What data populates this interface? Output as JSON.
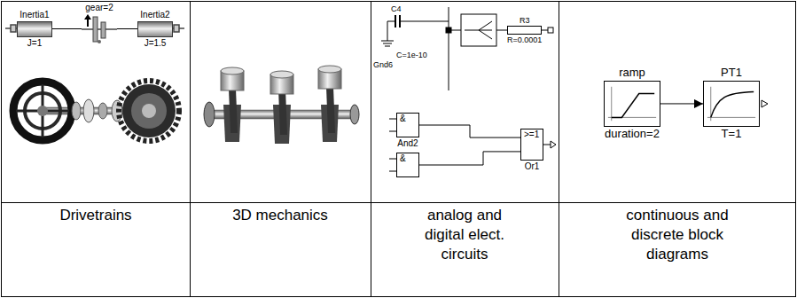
{
  "diagram": {
    "nodes": [
      {
        "text": [
          "Inertia1",
          "J=1"
        ]
      },
      {
        "text": [
          "gear=2"
        ]
      },
      {
        "text": [
          "Inertia2",
          "J=1.5"
        ]
      },
      {
        "text": [
          "R3",
          "R=0.0001"
        ]
      },
      {
        "text": [
          "&",
          "And2"
        ]
      },
      {
        "text": [
          "&"
        ]
      },
      {
        "text": [
          ">=1",
          "Or1"
        ]
      },
      {
        "text": [
          "ramp",
          "duration=2"
        ]
      },
      {
        "text": [
          "PT1",
          "T=1"
        ]
      }
    ],
    "edges": [
      {
        "from": 0,
        "to": 1,
        "arrow": "none"
      },
      {
        "from": 1,
        "to": 2,
        "arrow": "none"
      },
      {
        "from": 4,
        "to": 6,
        "arrow": "none"
      },
      {
        "from": 5,
        "to": 6,
        "arrow": "none"
      },
      {
        "from": 7,
        "to": 8,
        "arrow": "to"
      }
    ],
    "labels": [
      "C4",
      "C=1e-10",
      "Gnd6",
      "Drivetrains",
      "3D mechanics",
      "analog and digital elect. circuits",
      "continuous and discrete block diagrams"
    ]
  }
}
